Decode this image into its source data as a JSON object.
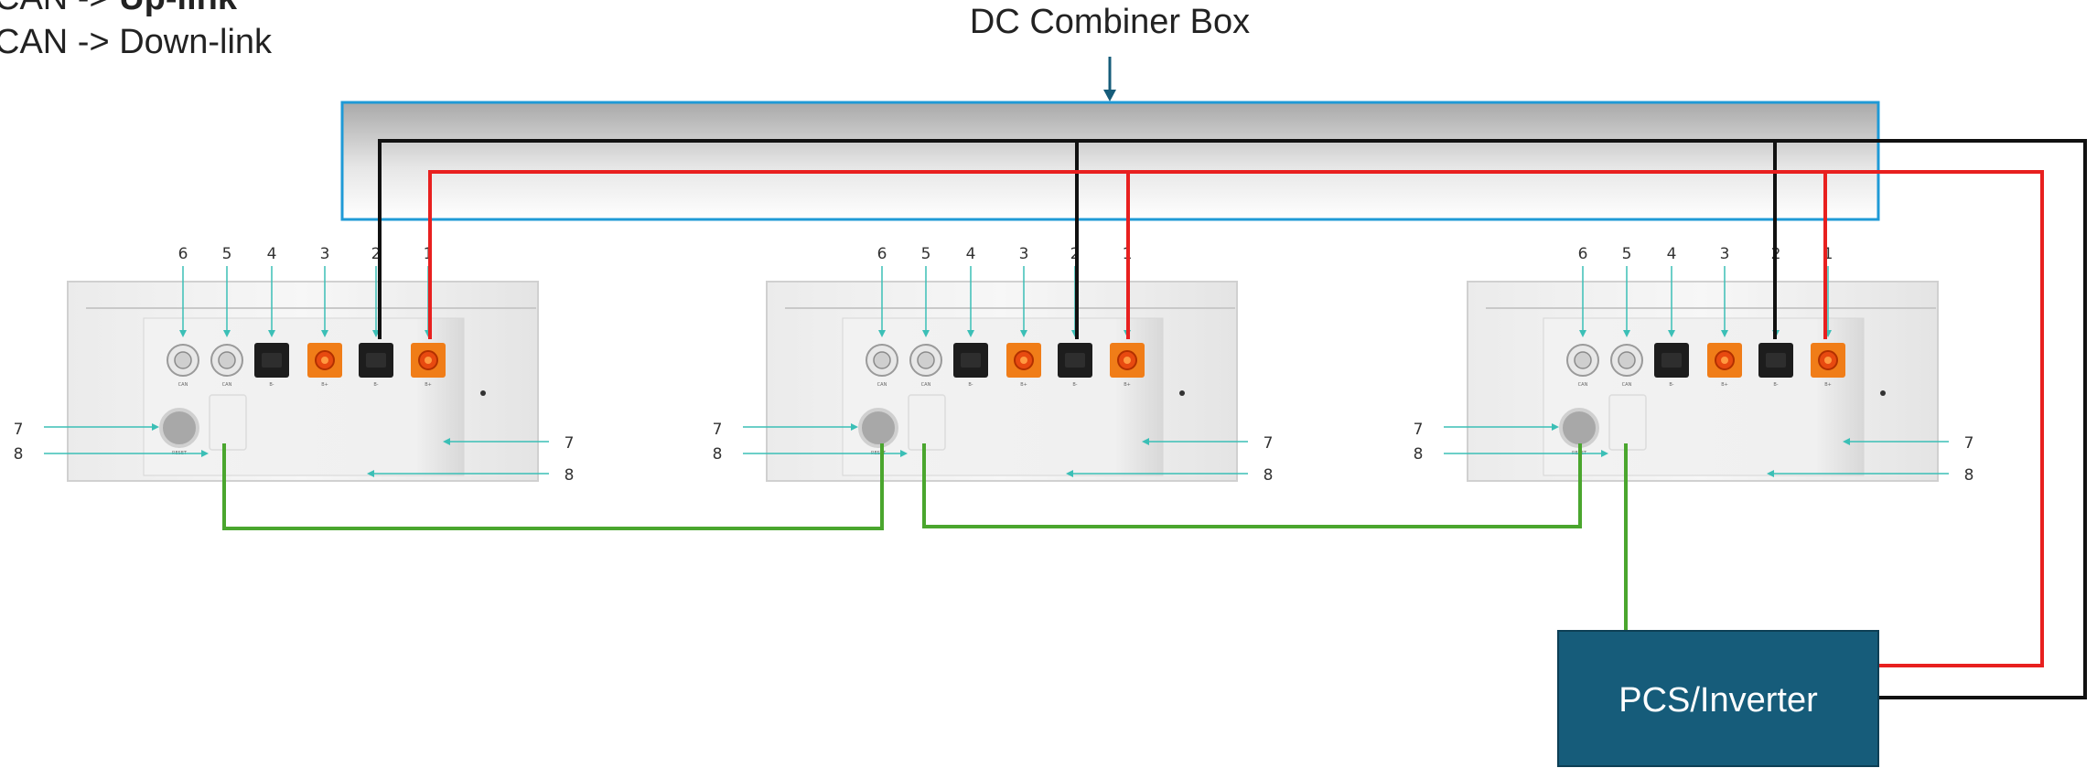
{
  "legend": {
    "line1_prefix": "CAN -> ",
    "line1_bold": "Up-link",
    "line2": "CAN -> Down-link"
  },
  "combiner_box": {
    "label": "DC Combiner Box"
  },
  "inverter": {
    "label": "PCS/Inverter"
  },
  "port_numbers": [
    "6",
    "5",
    "4",
    "3",
    "2",
    "1"
  ],
  "side_numbers": [
    "7",
    "8"
  ],
  "port_small_labels": [
    "CAN",
    "CAN",
    "B-",
    "B+",
    "B-",
    "B+",
    "RESET"
  ],
  "colors": {
    "combiner_border": "#1f9ad6",
    "inverter_fill": "#165c7a",
    "positive_wire": "#e8201f",
    "negative_wire": "#111111",
    "can_wire": "#4aa62e",
    "pointer": "#3bbfb6",
    "arrow": "#165c7a"
  },
  "battery_count": 3
}
